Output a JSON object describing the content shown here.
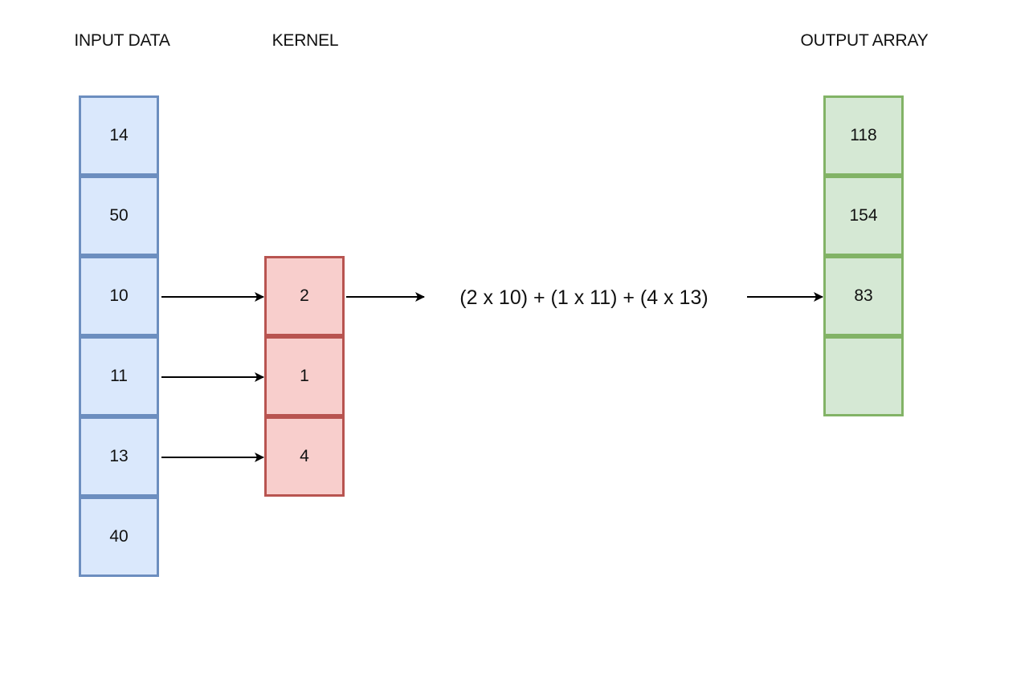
{
  "headings": {
    "input": "INPUT DATA",
    "kernel": "KERNEL",
    "output": "OUTPUT ARRAY"
  },
  "input_data": [
    "14",
    "50",
    "10",
    "11",
    "13",
    "40"
  ],
  "kernel": [
    "2",
    "1",
    "4"
  ],
  "output_array": [
    "118",
    "154",
    "83",
    ""
  ],
  "formula": "(2 x 10) + (1 x 11) + (4 x 13)",
  "colors": {
    "input_fill": "#dae8fc",
    "input_border": "#6c8ebf",
    "kernel_fill": "#f8cecc",
    "kernel_border": "#b85450",
    "output_fill": "#d5e8d4",
    "output_border": "#82b366"
  }
}
